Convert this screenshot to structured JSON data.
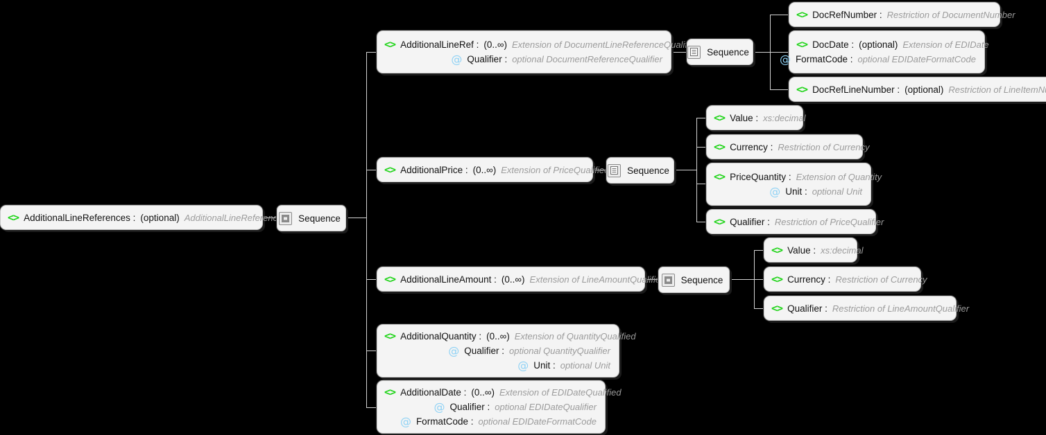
{
  "diagram": {
    "type": "xsd-schema-tree",
    "title": "AdditionalLineReferences",
    "icons": {
      "element": "<>",
      "attribute": "@",
      "sequence_lines": "sequence-lines-icon",
      "sequence_block": "sequence-block-icon"
    },
    "colors": {
      "background": "#000000",
      "node_fill": "#f4f4f4",
      "node_border": "#c8c8c8",
      "connector": "#d4d4d4",
      "element_icon": "#1ed417",
      "attribute_icon": "#8fd2f5",
      "name_text": "#111111",
      "type_text": "#9b9b9b"
    }
  },
  "root": {
    "icon": "element",
    "name": "AdditionalLineReferences :",
    "occurrence": "(optional)",
    "type": "AdditionalLineReferences"
  },
  "root_sequence": {
    "label": "Sequence",
    "icon": "sequence-block-icon"
  },
  "nodes": {
    "additional_line_ref": {
      "icon": "element",
      "name": "AdditionalLineRef :",
      "occurrence": "(0..∞)",
      "type": "Extension of DocumentLineReferenceQualified",
      "attributes": [
        {
          "icon": "attribute",
          "name": "Qualifier :",
          "type": "optional DocumentReferenceQualifier"
        }
      ]
    },
    "additional_line_ref_sequence": {
      "label": "Sequence",
      "icon": "sequence-lines-icon"
    },
    "doc_ref_number": {
      "icon": "element",
      "name": "DocRefNumber :",
      "occurrence": "",
      "type": "Restriction of DocumentNumber"
    },
    "doc_date": {
      "icon": "element",
      "name": "DocDate :",
      "occurrence": "(optional)",
      "type": "Extension of EDIDate",
      "attributes": [
        {
          "icon": "attribute",
          "name": "FormatCode :",
          "type": "optional EDIDateFormatCode"
        }
      ]
    },
    "doc_ref_line_number": {
      "icon": "element",
      "name": "DocRefLineNumber :",
      "occurrence": "(optional)",
      "type": "Restriction of LineItemNumber"
    },
    "additional_price": {
      "icon": "element",
      "name": "AdditionalPrice :",
      "occurrence": "(0..∞)",
      "type": "Extension of PriceQualified"
    },
    "additional_price_sequence": {
      "label": "Sequence",
      "icon": "sequence-lines-icon"
    },
    "price_value": {
      "icon": "element",
      "name": "Value :",
      "occurrence": "",
      "type": "xs:decimal"
    },
    "price_currency": {
      "icon": "element",
      "name": "Currency :",
      "occurrence": "",
      "type": "Restriction of Currency"
    },
    "price_quantity": {
      "icon": "element",
      "name": "PriceQuantity :",
      "occurrence": "",
      "type": "Extension of Quantity",
      "attributes": [
        {
          "icon": "attribute",
          "name": "Unit :",
          "type": "optional Unit"
        }
      ]
    },
    "price_qualifier": {
      "icon": "element",
      "name": "Qualifier :",
      "occurrence": "",
      "type": "Restriction of PriceQualifier"
    },
    "additional_line_amount": {
      "icon": "element",
      "name": "AdditionalLineAmount :",
      "occurrence": "(0..∞)",
      "type": "Extension of LineAmountQualified"
    },
    "additional_line_amount_sequence": {
      "label": "Sequence",
      "icon": "sequence-block-icon"
    },
    "amount_value": {
      "icon": "element",
      "name": "Value :",
      "occurrence": "",
      "type": "xs:decimal"
    },
    "amount_currency": {
      "icon": "element",
      "name": "Currency :",
      "occurrence": "",
      "type": "Restriction of Currency"
    },
    "amount_qualifier": {
      "icon": "element",
      "name": "Qualifier :",
      "occurrence": "",
      "type": "Restriction of LineAmountQualifier"
    },
    "additional_quantity": {
      "icon": "element",
      "name": "AdditionalQuantity :",
      "occurrence": "(0..∞)",
      "type": "Extension of QuantityQualified",
      "attributes": [
        {
          "icon": "attribute",
          "name": "Qualifier :",
          "type": "optional  QuantityQualifier"
        },
        {
          "icon": "attribute",
          "name": "Unit :",
          "type": "optional Unit"
        }
      ]
    },
    "additional_date": {
      "icon": "element",
      "name": "AdditionalDate :",
      "occurrence": "(0..∞)",
      "type": "Extension of EDIDateQualified",
      "attributes": [
        {
          "icon": "attribute",
          "name": "Qualifier :",
          "type": "optional EDIDateQualifier"
        },
        {
          "icon": "attribute",
          "name": "FormatCode :",
          "type": "optional EDIDateFormatCode"
        }
      ]
    }
  }
}
